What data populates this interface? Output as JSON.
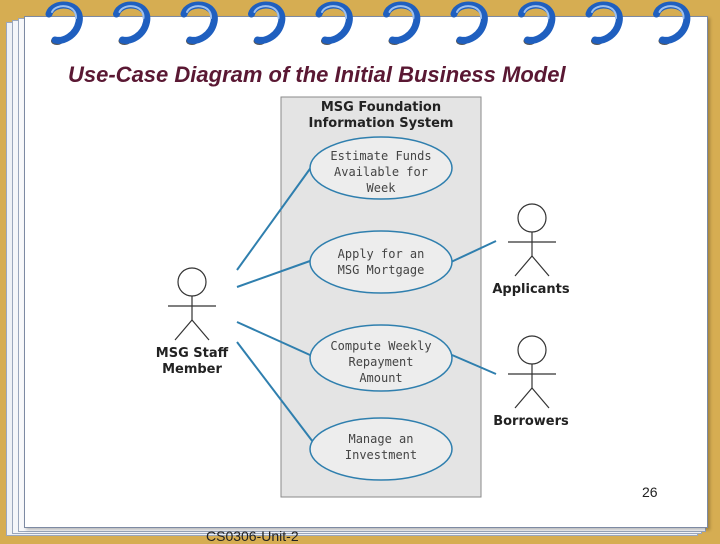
{
  "slide": {
    "title": "Use-Case Diagram of the Initial Business Model",
    "page_number": "26",
    "footer": "CS0306-Unit-2"
  },
  "diagram": {
    "system_title": [
      "MSG Foundation",
      "Information System"
    ],
    "use_cases": [
      {
        "id": "estimate",
        "lines": [
          "Estimate Funds",
          "Available for",
          "Week"
        ]
      },
      {
        "id": "apply",
        "lines": [
          "Apply for an",
          "MSG Mortgage"
        ]
      },
      {
        "id": "compute",
        "lines": [
          "Compute Weekly",
          "Repayment",
          "Amount"
        ]
      },
      {
        "id": "manage",
        "lines": [
          "Manage an",
          "Investment"
        ]
      }
    ],
    "actors": [
      {
        "id": "staff",
        "lines": [
          "MSG Staff",
          "Member"
        ]
      },
      {
        "id": "applicants",
        "lines": [
          "Applicants"
        ]
      },
      {
        "id": "borrowers",
        "lines": [
          "Borrowers"
        ]
      }
    ],
    "colors": {
      "line": "#2f7fae",
      "system_fill": "#e4e4e4",
      "ellipse_fill": "#ededed",
      "title": "#5a1833",
      "background": "#d6ad52",
      "ring": "#1f5fbf"
    }
  }
}
